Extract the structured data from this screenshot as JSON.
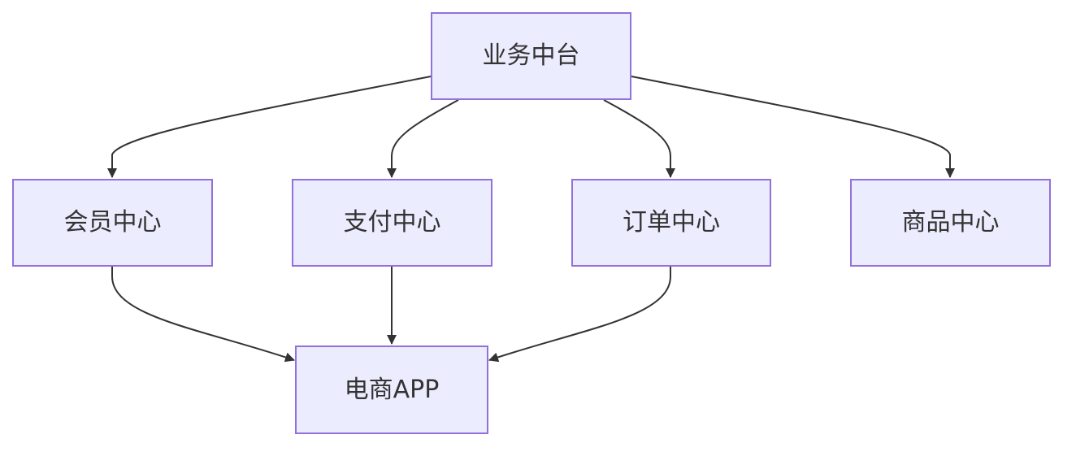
{
  "diagram": {
    "nodes": {
      "platform": "业务中台",
      "member": "会员中心",
      "payment": "支付中心",
      "order": "订单中心",
      "product": "商品中心",
      "app": "电商APP"
    },
    "edges": [
      {
        "from": "platform",
        "to": "member"
      },
      {
        "from": "platform",
        "to": "payment"
      },
      {
        "from": "platform",
        "to": "order"
      },
      {
        "from": "platform",
        "to": "product"
      },
      {
        "from": "member",
        "to": "app"
      },
      {
        "from": "payment",
        "to": "app"
      },
      {
        "from": "order",
        "to": "app"
      }
    ],
    "colors": {
      "node_fill": "#ececff",
      "node_border": "#9370db",
      "edge": "#333333",
      "text": "#333333"
    }
  }
}
